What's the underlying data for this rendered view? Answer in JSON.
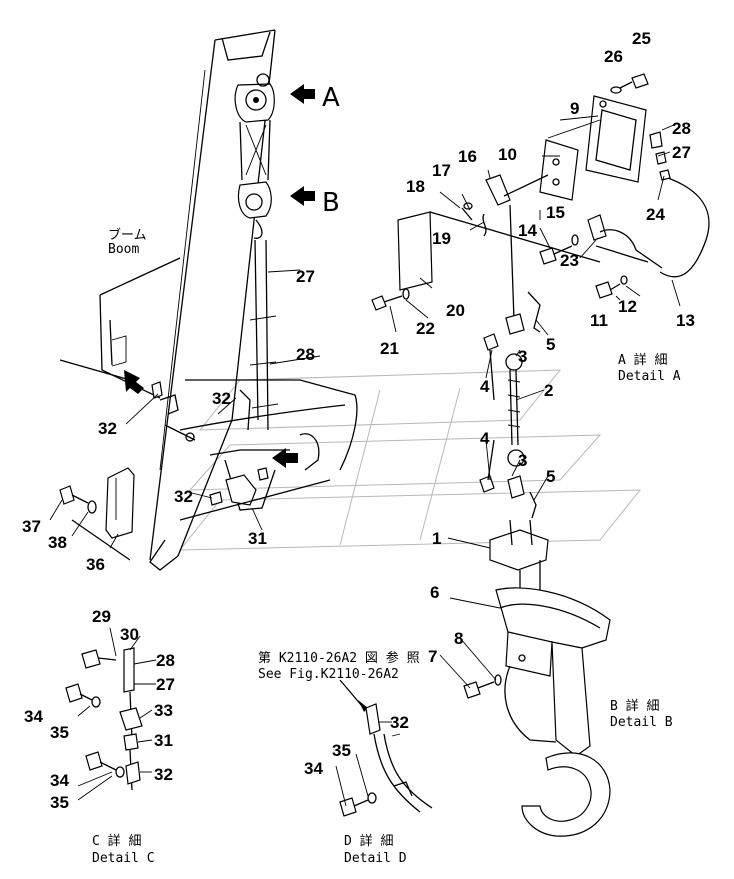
{
  "view_markers": {
    "a": "A",
    "b": "B"
  },
  "part_numbers": {
    "p1": "1",
    "p2": "2",
    "p3a": "3",
    "p3b": "3",
    "p4a": "4",
    "p4b": "4",
    "p5a": "5",
    "p5b": "5",
    "p6": "6",
    "p7": "7",
    "p8": "8",
    "p9": "9",
    "p10": "10",
    "p11": "11",
    "p12": "12",
    "p13": "13",
    "p14": "14",
    "p15": "15",
    "p16": "16",
    "p17": "17",
    "p18": "18",
    "p19": "19",
    "p20": "20",
    "p21": "21",
    "p22": "22",
    "p23": "23",
    "p24": "24",
    "p25": "25",
    "p26": "26",
    "p27a": "27",
    "p27b": "27",
    "p27c": "27",
    "p28a": "28",
    "p28b": "28",
    "p28c": "28",
    "p29": "29",
    "p30": "30",
    "p31a": "31",
    "p31b": "31",
    "p32a": "32",
    "p32b": "32",
    "p32c": "32",
    "p32d": "32",
    "p32e": "32",
    "p33": "33",
    "p34a": "34",
    "p34b": "34",
    "p34c": "34",
    "p35a": "35",
    "p35b": "35",
    "p35c": "35",
    "p36": "36",
    "p37": "37",
    "p38": "38"
  },
  "labels": {
    "boom_jp": "ブーム",
    "boom_en": "Boom",
    "detail_a_jp": "A 詳 細",
    "detail_a_en": "Detail A",
    "detail_b_jp": "B 詳 細",
    "detail_b_en": "Detail B",
    "detail_c_jp": "C 詳 細",
    "detail_c_en": "Detail C",
    "detail_d_jp": "D 詳 細",
    "detail_d_en": "Detail D",
    "ref_jp": "第 K2110-26A2 図 参 照",
    "ref_en": "See Fig.K2110-26A2"
  }
}
